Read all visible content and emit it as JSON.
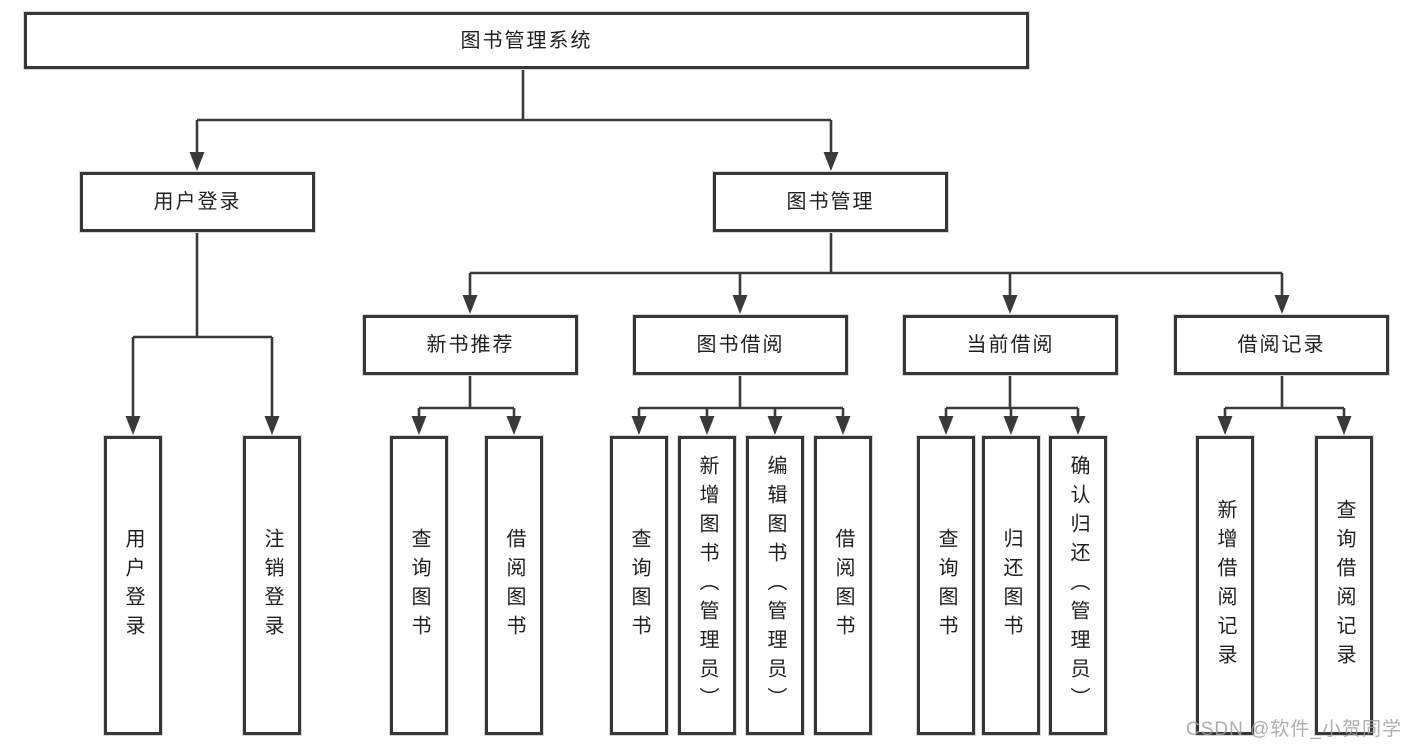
{
  "diagram": {
    "root_label": "图书管理系统",
    "level2": [
      "用户登录",
      "图书管理"
    ],
    "level3": [
      "新书推荐",
      "图书借阅",
      "当前借阅",
      "借阅记录"
    ],
    "leaves": {
      "user_login": [
        "用户登录",
        "注销登录"
      ],
      "new_books": [
        "查询图书",
        "借阅图书"
      ],
      "book_borrowing": [
        "查询图书",
        "新增图书（管理员）",
        "编辑图书（管理员）",
        "借阅图书"
      ],
      "current_borrowing": [
        "查询图书",
        "归还图书",
        "确认归还（管理员）"
      ],
      "borrow_records": [
        "新增借阅记录",
        "查询借阅记录"
      ]
    }
  },
  "watermark": "CSDN @软件_小贺同学",
  "colors": {
    "line": "#3a3a3a",
    "box_border": "#363636",
    "text": "#1f1f1f",
    "background": "#ffffff",
    "watermark": "#a0a0a0"
  }
}
